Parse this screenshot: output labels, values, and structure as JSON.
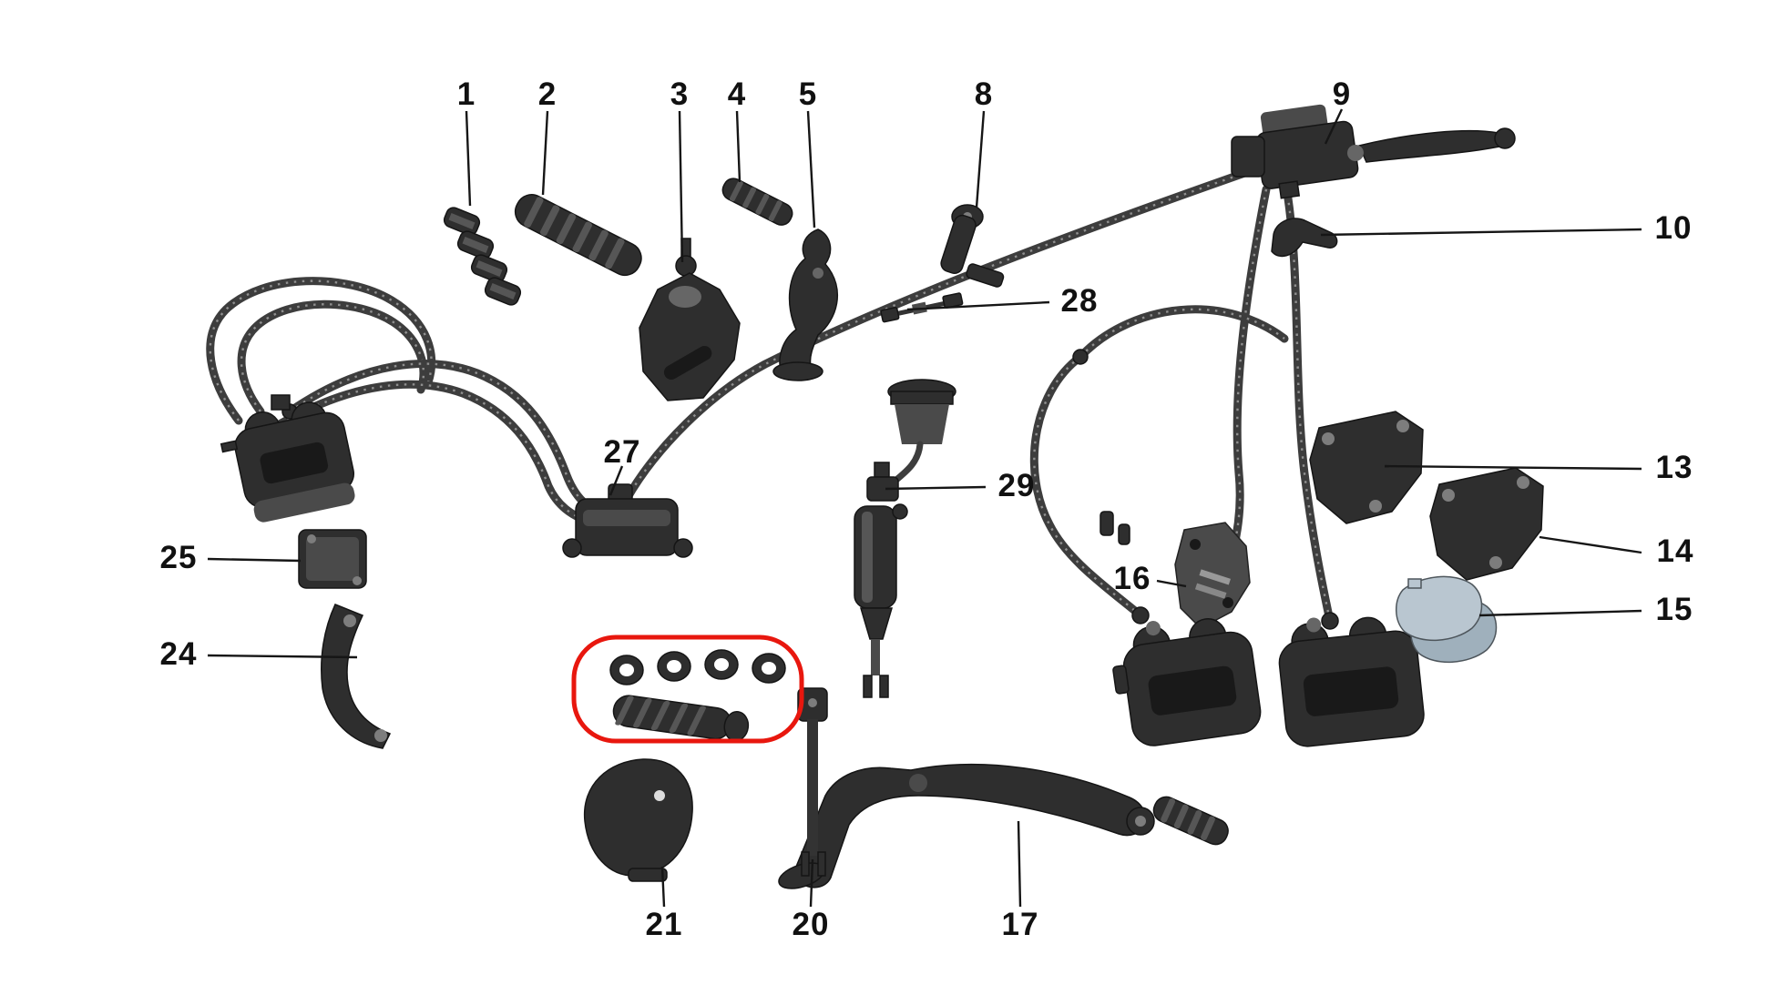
{
  "diagram": {
    "kind": "exploded-parts-diagram",
    "subject": "brake system parts diagram",
    "labels": [
      {
        "id": "part-1",
        "text": "1"
      },
      {
        "id": "part-2",
        "text": "2"
      },
      {
        "id": "part-3",
        "text": "3"
      },
      {
        "id": "part-4",
        "text": "4"
      },
      {
        "id": "part-5",
        "text": "5"
      },
      {
        "id": "part-8",
        "text": "8"
      },
      {
        "id": "part-9",
        "text": "9"
      },
      {
        "id": "part-10",
        "text": "10"
      },
      {
        "id": "part-28",
        "text": "28"
      },
      {
        "id": "part-27",
        "text": "27"
      },
      {
        "id": "part-29",
        "text": "29"
      },
      {
        "id": "part-25",
        "text": "25"
      },
      {
        "id": "part-24",
        "text": "24"
      },
      {
        "id": "part-16",
        "text": "16"
      },
      {
        "id": "part-13",
        "text": "13"
      },
      {
        "id": "part-14",
        "text": "14"
      },
      {
        "id": "part-15",
        "text": "15"
      },
      {
        "id": "part-21",
        "text": "21"
      },
      {
        "id": "part-20",
        "text": "20"
      },
      {
        "id": "part-17",
        "text": "17"
      }
    ],
    "highlight": {
      "shape": "rounded-rectangle",
      "color": "#e8170e"
    },
    "colors": {
      "background": "#ffffff",
      "part_dark": "#2e2e2e",
      "part_mid": "#4a4a4a",
      "pad_light": "#b9c6d0",
      "label": "#111111",
      "leader_line": "#161616"
    }
  }
}
